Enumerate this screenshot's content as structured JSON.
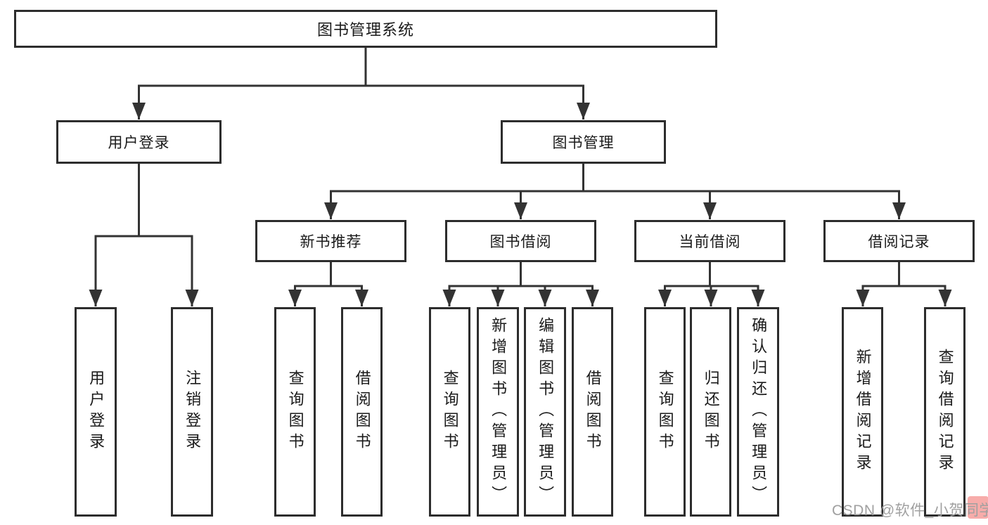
{
  "colors": {
    "background": "#ffffff",
    "line": "#333333",
    "box_border": "#2d2d2d",
    "text": "#1a1a1a",
    "watermark_text": "#a0a0a0",
    "watermark_accent": "#f05a55"
  },
  "tree": {
    "root": {
      "label": "图书管理系统"
    },
    "branches": [
      {
        "label": "用户登录",
        "children": [
          {
            "label": "用户登录"
          },
          {
            "label": "注销登录"
          }
        ]
      },
      {
        "label": "图书管理",
        "children": [
          {
            "label": "新书推荐",
            "children": [
              {
                "label": "查询图书"
              },
              {
                "label": "借阅图书"
              }
            ]
          },
          {
            "label": "图书借阅",
            "children": [
              {
                "label": "查询图书"
              },
              {
                "label": "新增图书（管理员）"
              },
              {
                "label": "编辑图书（管理员）"
              },
              {
                "label": "借阅图书"
              }
            ]
          },
          {
            "label": "当前借阅",
            "children": [
              {
                "label": "查询图书"
              },
              {
                "label": "归还图书"
              },
              {
                "label": "确认归还（管理员）"
              }
            ]
          },
          {
            "label": "借阅记录",
            "children": [
              {
                "label": "新增借阅记录"
              },
              {
                "label": "查询借阅记录"
              }
            ]
          }
        ]
      }
    ]
  },
  "watermark": {
    "text": "CSDN @软件_小贺同学"
  }
}
